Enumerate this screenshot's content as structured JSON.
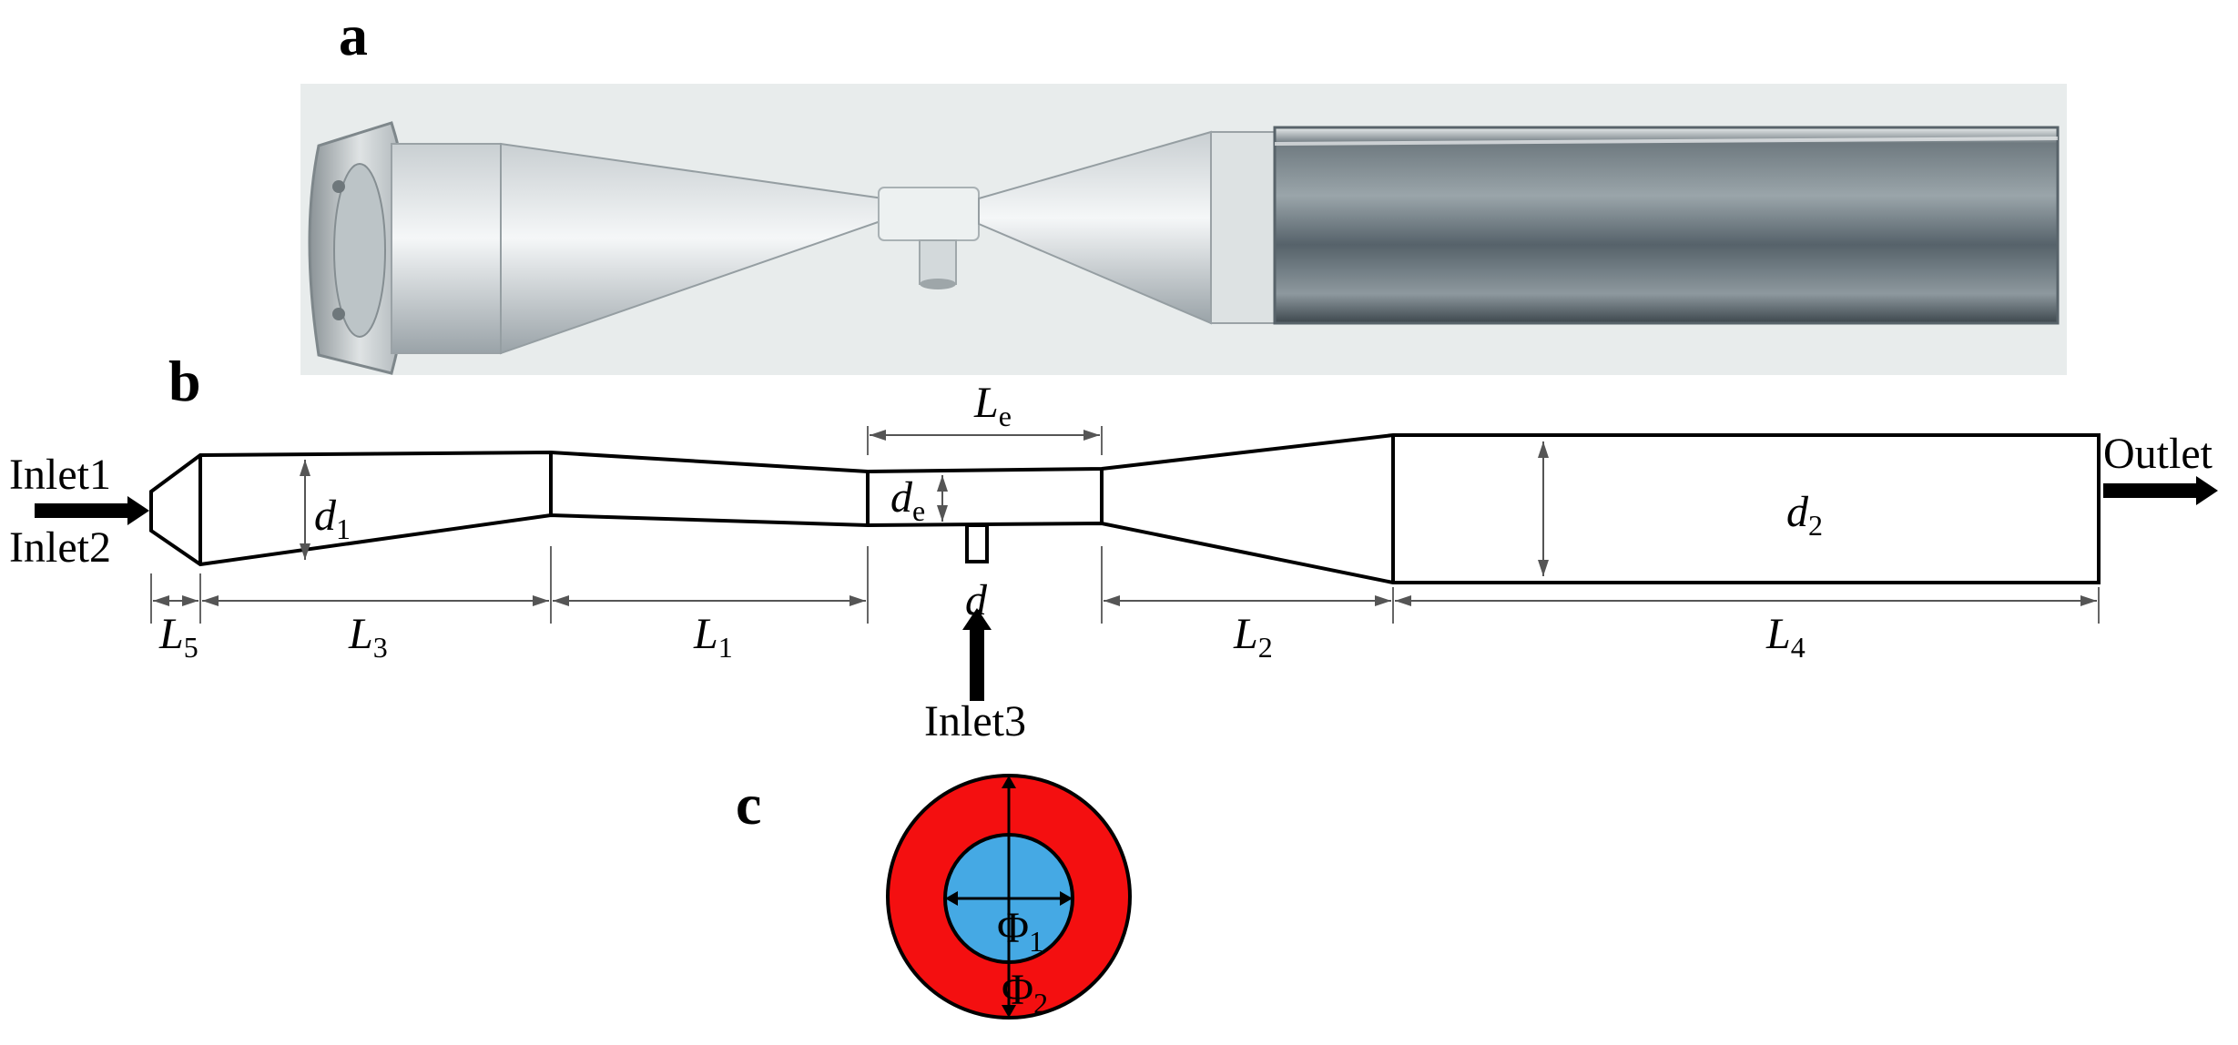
{
  "panels": {
    "a": "a",
    "b": "b",
    "c": "c"
  },
  "labels": {
    "inlet1": "Inlet1",
    "inlet2": "Inlet2",
    "inlet3": "Inlet3",
    "outlet": "Outlet"
  },
  "dimensions": {
    "d1": {
      "main": "d",
      "sub": "1"
    },
    "d2": {
      "main": "d",
      "sub": "2"
    },
    "de": {
      "main": "d",
      "sub": "e"
    },
    "d": {
      "main": "d",
      "sub": ""
    },
    "Le": {
      "main": "L",
      "sub": "e"
    },
    "L1": {
      "main": "L",
      "sub": "1"
    },
    "L2": {
      "main": "L",
      "sub": "2"
    },
    "L3": {
      "main": "L",
      "sub": "3"
    },
    "L4": {
      "main": "L",
      "sub": "4"
    },
    "L5": {
      "main": "L",
      "sub": "5"
    }
  },
  "cross_section": {
    "inner": {
      "main": "Φ",
      "sub": "1"
    },
    "outer": {
      "main": "Φ",
      "sub": "2"
    },
    "colors": {
      "outer_ring": "#f40f10",
      "inner_core": "#45a9e4"
    }
  },
  "colors": {
    "photo_background": "#e8ecec"
  }
}
